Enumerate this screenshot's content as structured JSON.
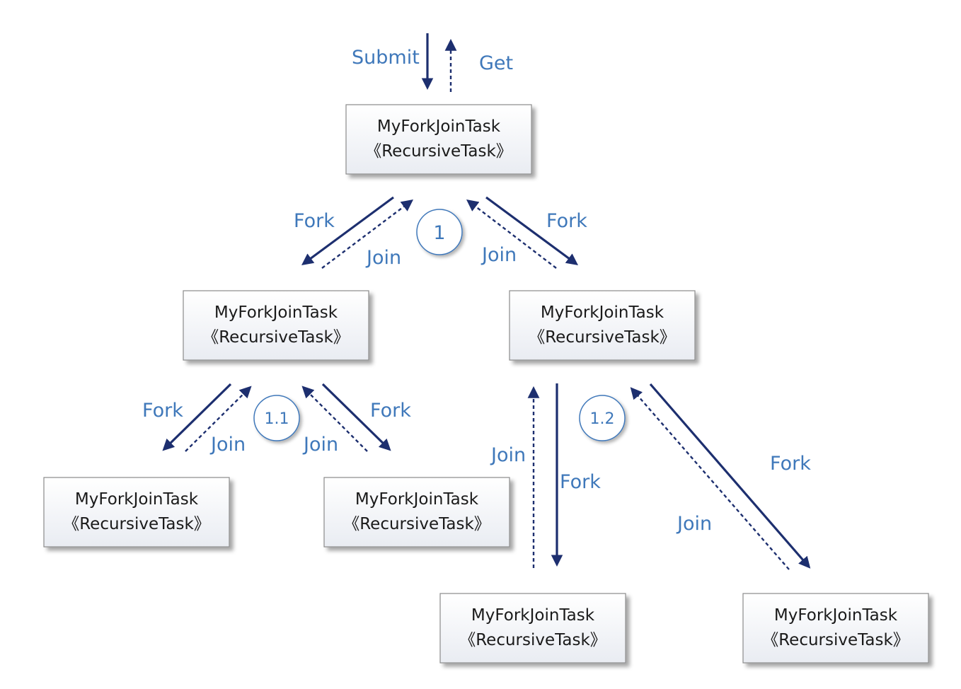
{
  "diagram": {
    "task_box": {
      "name": "MyForkJoinTask",
      "type": "《RecursiveTask》"
    },
    "labels": {
      "submit": "Submit",
      "get": "Get",
      "fork": "Fork",
      "join": "Join"
    },
    "steps": [
      "1",
      "1.1",
      "1.2"
    ],
    "colors": {
      "arrow": "#1d2f6f",
      "label": "#3f78ba",
      "box_border": "#8b8b8b"
    }
  }
}
